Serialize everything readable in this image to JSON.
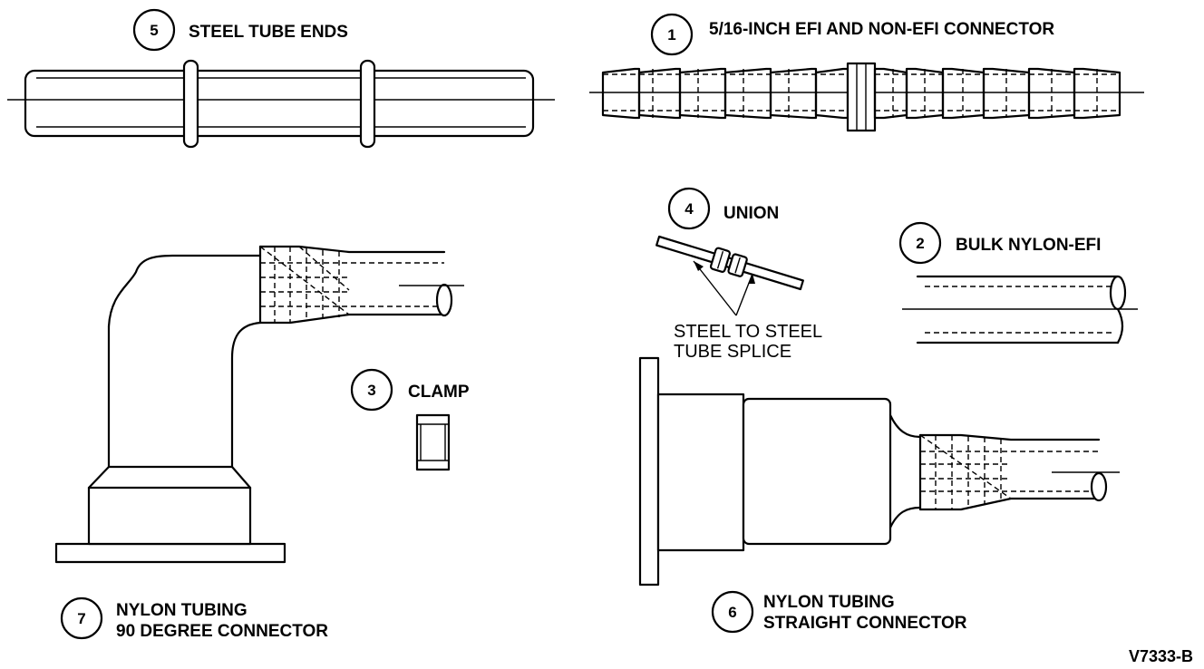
{
  "callouts": [
    {
      "id": "5",
      "number": "5",
      "label": "STEEL TUBE ENDS"
    },
    {
      "id": "1",
      "number": "1",
      "label": "5/16-INCH EFI AND NON-EFI CONNECTOR"
    },
    {
      "id": "4",
      "number": "4",
      "label": "UNION"
    },
    {
      "id": "2",
      "number": "2",
      "label": "BULK NYLON-EFI"
    },
    {
      "id": "3",
      "number": "3",
      "label": "CLAMP"
    },
    {
      "id": "7",
      "number": "7",
      "label_line1": "NYLON TUBING",
      "label_line2": "90 DEGREE CONNECTOR"
    },
    {
      "id": "6",
      "number": "6",
      "label_line1": "NYLON TUBING",
      "label_line2": "STRAIGHT CONNECTOR"
    }
  ],
  "splice_note": {
    "line1": "STEEL TO STEEL",
    "line2": "TUBE SPLICE"
  },
  "figure_code": "V7333-B"
}
